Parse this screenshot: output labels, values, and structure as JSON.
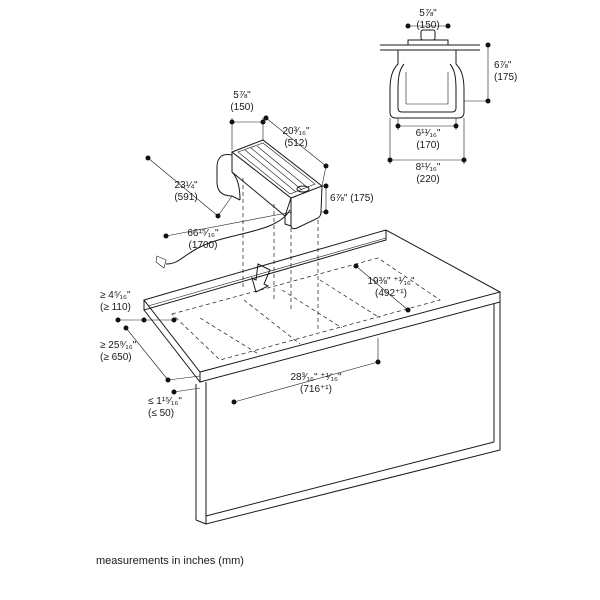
{
  "caption": "measurements in inches (mm)",
  "dimensions": {
    "top_width": {
      "inch": "5⅞\"",
      "mm": "(150)"
    },
    "top_height": {
      "inch": "6⅞\"",
      "mm": "(175)"
    },
    "top_inner": {
      "inch": "6¹¹⁄₁₆\"",
      "mm": "(170)"
    },
    "top_outer": {
      "inch": "8¹¹⁄₁₆\"",
      "mm": "(220)"
    },
    "unit_width": {
      "inch": "5⅞\"",
      "mm": "(150)"
    },
    "unit_length": {
      "inch": "20³⁄₁₆\"",
      "mm": "(512)"
    },
    "unit_depth": {
      "inch": "23¼\"",
      "mm": "(591)"
    },
    "unit_height": {
      "inch": "6⅞\"",
      "mm": "(175)"
    },
    "cable": {
      "inch": "66¹⁵⁄₁₆\"",
      "mm": "(1700)"
    },
    "cutout_length": {
      "inch": "19⅜\" ⁺¹⁄₁₆\"",
      "mm": "(492⁺¹)"
    },
    "edge_back": {
      "inch": "≥ 4⁵⁄₁₆\"",
      "mm": "(≥ 110)"
    },
    "counter_depth": {
      "inch": "≥ 25⁹⁄₁₆\"",
      "mm": "(≥ 650)"
    },
    "edge_front": {
      "inch": "≤ 1¹⁵⁄₁₆\"",
      "mm": "(≤ 50)"
    },
    "cutout_width": {
      "inch": "28³⁄₁₆\" ⁺¹⁄₁₆\"",
      "mm": "(716⁺¹)"
    }
  }
}
